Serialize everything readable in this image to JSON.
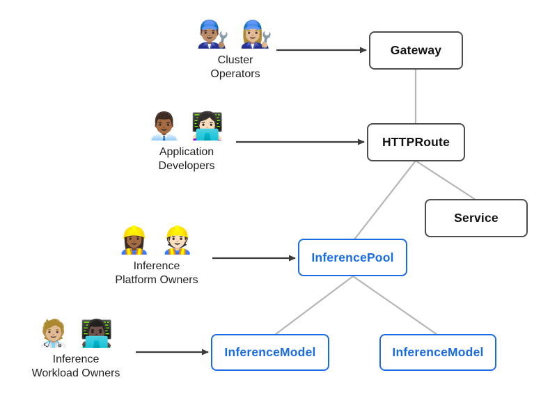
{
  "diagram": {
    "title_hint": "Gateway API inference extension resource model",
    "actors": [
      {
        "id": "cluster-operators",
        "emoji": "👨🏽‍🔧 👩🏼‍🔧",
        "label_line1": "Cluster",
        "label_line2": "Operators",
        "emoji_names": [
          "man-mechanic-icon",
          "woman-mechanic-icon"
        ],
        "points_to": "Gateway"
      },
      {
        "id": "application-developers",
        "emoji": "👨🏾‍💼 👩🏻‍💻",
        "label_line1": "Application",
        "label_line2": "Developers",
        "emoji_names": [
          "man-office-worker-icon",
          "woman-technologist-icon"
        ],
        "points_to": "HTTPRoute"
      },
      {
        "id": "inference-platform-owners",
        "emoji": "👷🏾‍♀️ 👷🏻",
        "label_line1": "Inference",
        "label_line2": "Platform Owners",
        "emoji_names": [
          "woman-construction-worker-icon",
          "man-construction-worker-icon"
        ],
        "points_to": "InferencePool"
      },
      {
        "id": "inference-workload-owners",
        "emoji": "🧑🏼‍⚕️ 👨🏿‍💻",
        "label_line1": "Inference",
        "label_line2": "Workload Owners",
        "emoji_names": [
          "health-worker-icon",
          "man-technologist-icon"
        ],
        "points_to": "InferenceModel"
      }
    ],
    "nodes": [
      {
        "id": "gateway",
        "label": "Gateway",
        "variant": "gray"
      },
      {
        "id": "httproute",
        "label": "HTTPRoute",
        "variant": "gray"
      },
      {
        "id": "service",
        "label": "Service",
        "variant": "gray"
      },
      {
        "id": "inferencepool",
        "label": "InferencePool",
        "variant": "blue"
      },
      {
        "id": "inferencemodel-1",
        "label": "InferenceModel",
        "variant": "blue"
      },
      {
        "id": "inferencemodel-2",
        "label": "InferenceModel",
        "variant": "blue"
      }
    ],
    "edges": [
      {
        "from": "gateway",
        "to": "httproute",
        "style": "plain-gray"
      },
      {
        "from": "httproute",
        "to": "inferencepool",
        "style": "plain-gray"
      },
      {
        "from": "httproute",
        "to": "service",
        "style": "plain-gray"
      },
      {
        "from": "inferencepool",
        "to": "inferencemodel-1",
        "style": "plain-gray"
      },
      {
        "from": "inferencepool",
        "to": "inferencemodel-2",
        "style": "plain-gray"
      }
    ],
    "colors": {
      "background": "#ffffff",
      "accent_blue": "#1a6ce4",
      "gray_node_border": "#4d4d4d",
      "gray_node_text": "#111111",
      "connector_gray": "#b5b5b5",
      "arrow_dark": "#3b3b3b",
      "label_text": "#1f1f1f"
    }
  }
}
